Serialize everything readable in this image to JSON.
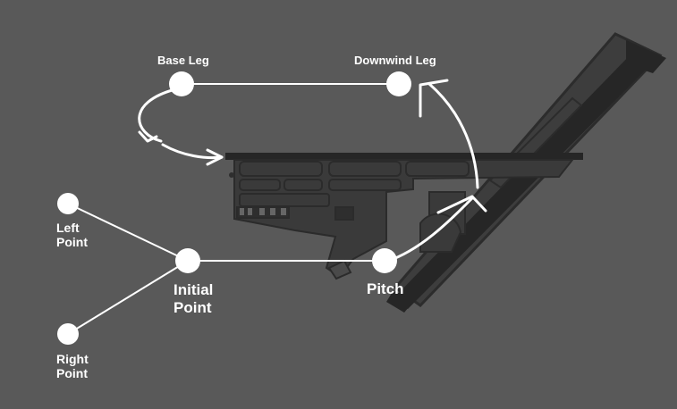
{
  "colors": {
    "background": "#595959",
    "airfield": "#3a3a3a",
    "airfield_dark": "#2a2a2a",
    "path": "#ffffff",
    "waypoint": "#ffffff",
    "label": "#ffffff"
  },
  "waypoints": {
    "base_leg": "Base Leg",
    "downwind_leg": "Downwind Leg",
    "left_point_line1": "Left",
    "left_point_line2": "Point",
    "right_point_line1": "Right",
    "right_point_line2": "Point",
    "initial_point_line1": "Initial",
    "initial_point_line2": "Point",
    "pitch": "Pitch"
  }
}
